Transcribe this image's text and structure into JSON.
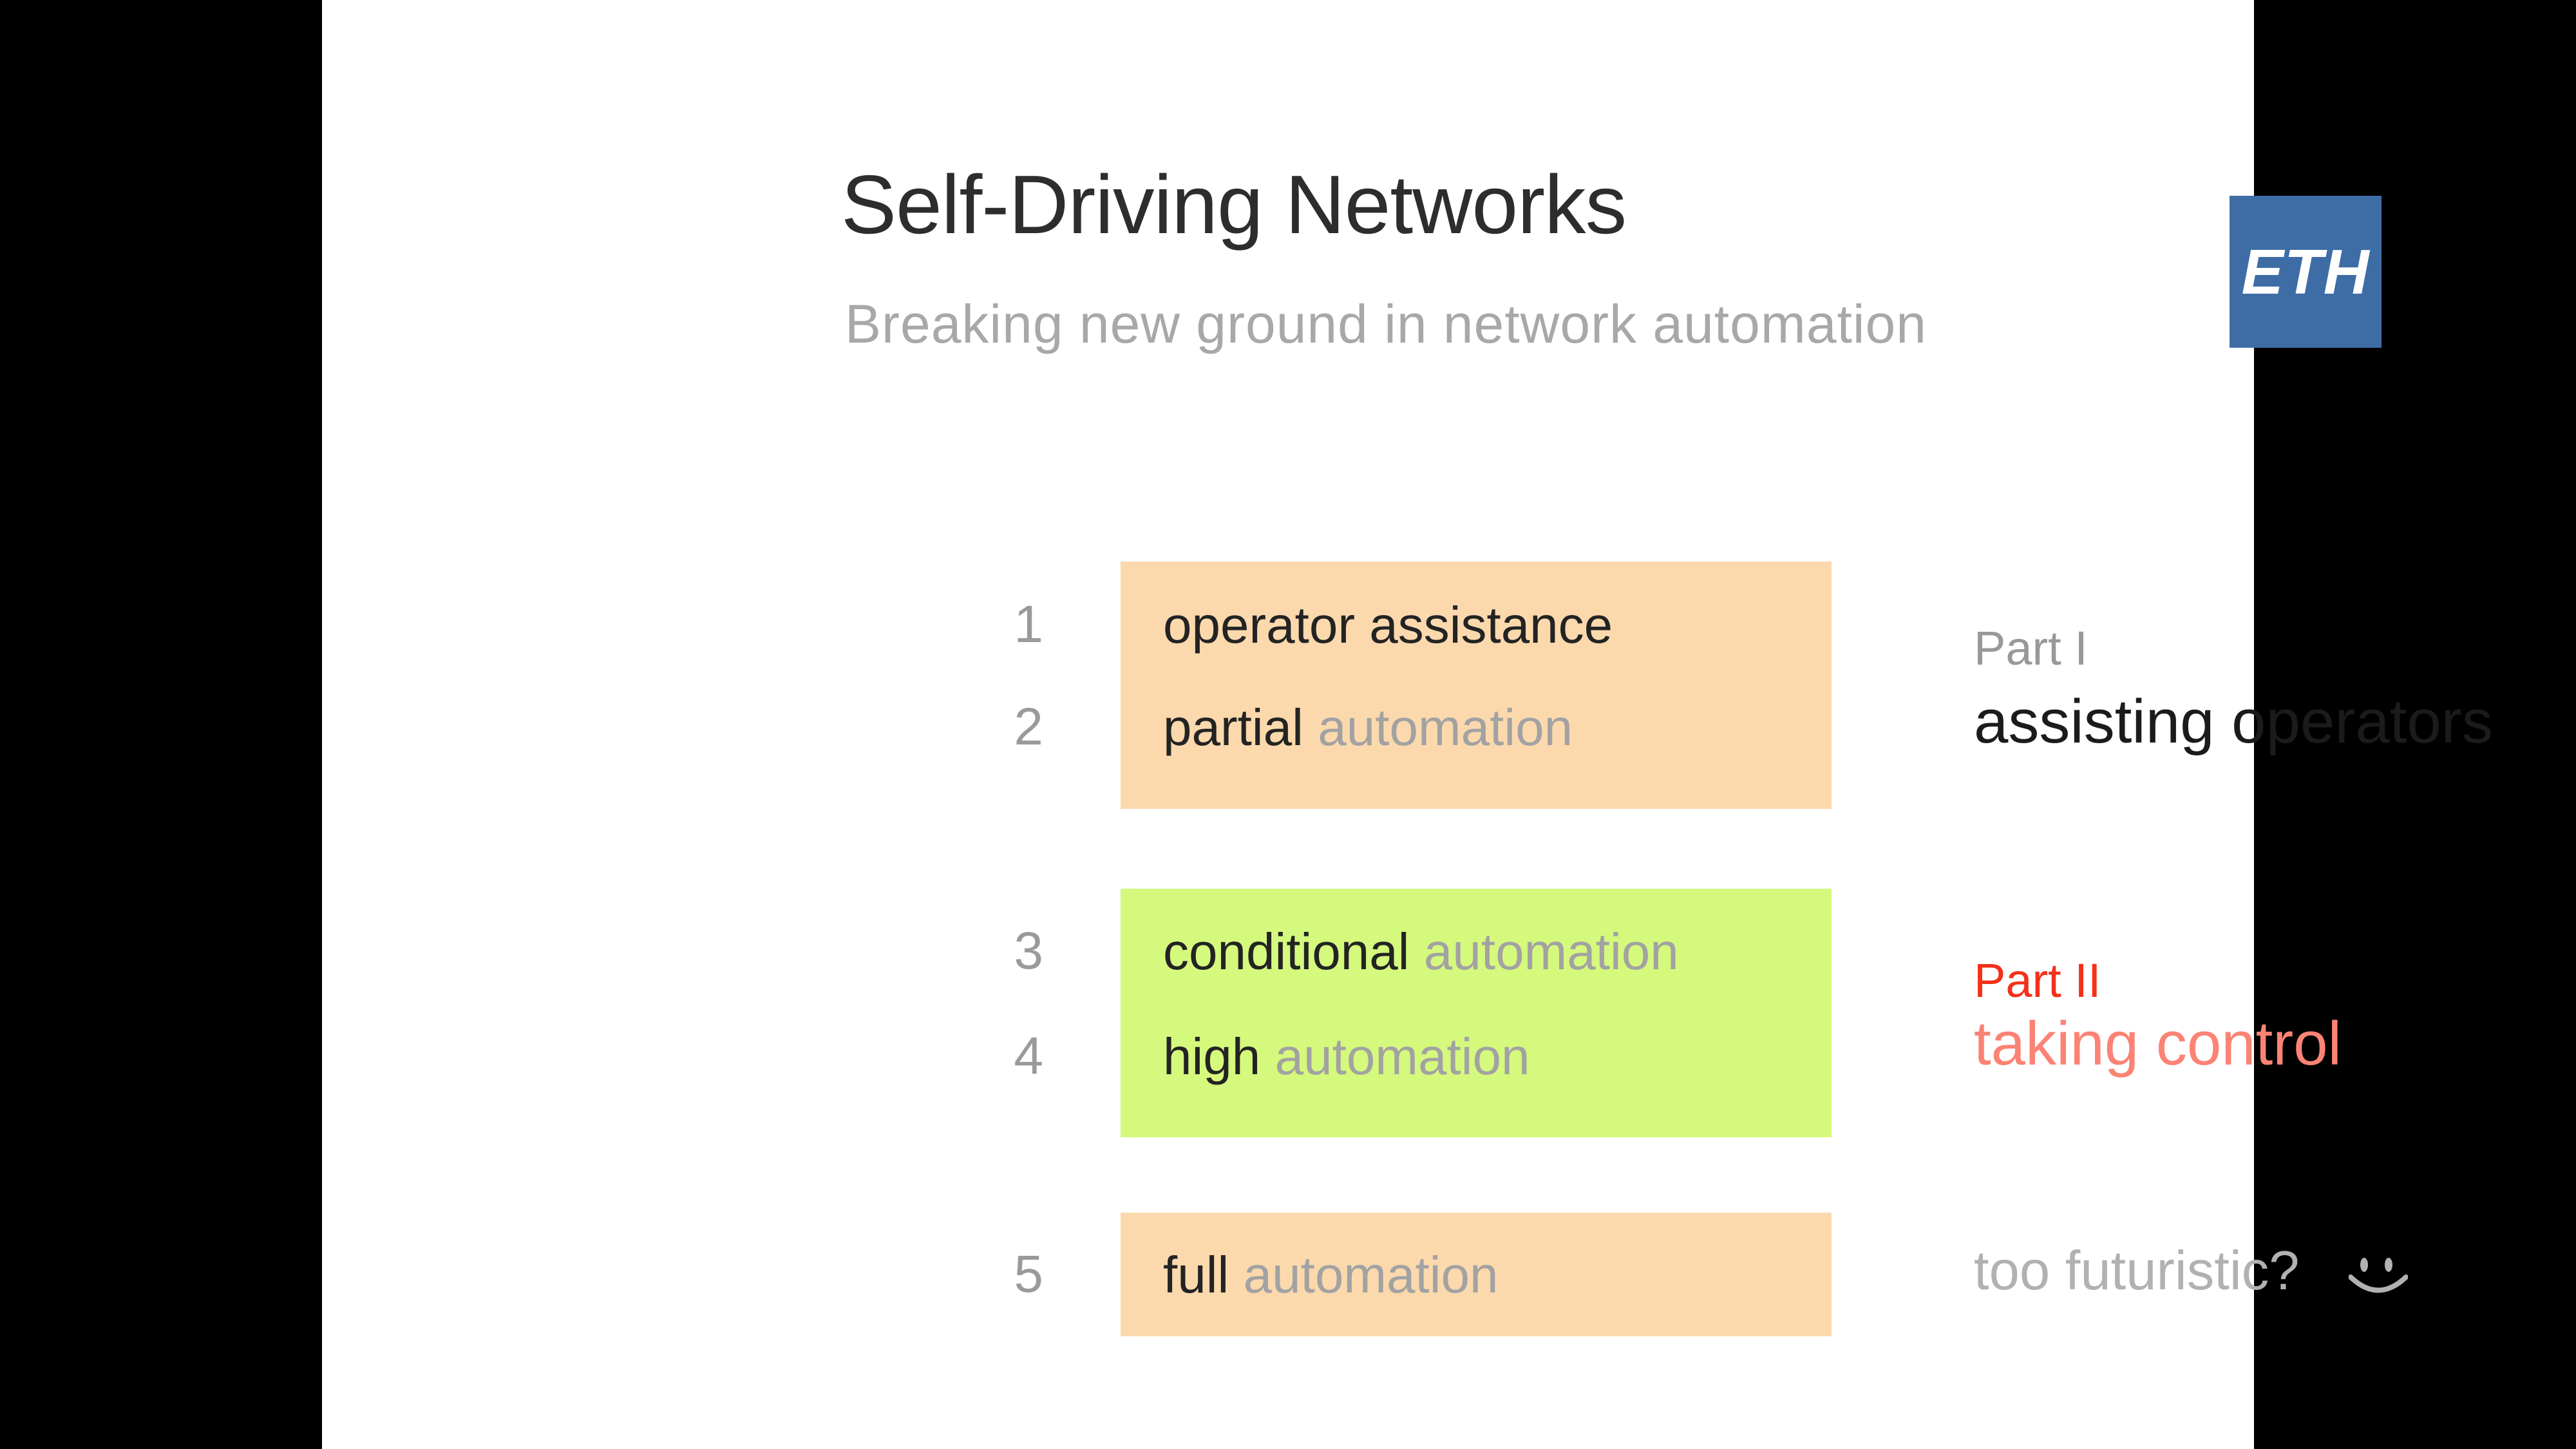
{
  "slide": {
    "title": "Self-Driving Networks",
    "subtitle": "Breaking new ground in network automation",
    "logo": {
      "text": "ETH",
      "bg_color": "#3e6da6",
      "text_color": "#ffffff"
    },
    "levels": [
      {
        "number": "1",
        "primary": "operator assistance",
        "secondary": ""
      },
      {
        "number": "2",
        "primary": "partial",
        "secondary": "automation"
      },
      {
        "number": "3",
        "primary": "conditional",
        "secondary": "automation"
      },
      {
        "number": "4",
        "primary": "high",
        "secondary": "automation"
      },
      {
        "number": "5",
        "primary": "full",
        "secondary": "automation"
      }
    ],
    "groups": [
      {
        "levels": "1-2",
        "color": "#fbd9ad"
      },
      {
        "levels": "3-4",
        "color": "#d5f97d"
      },
      {
        "levels": "5",
        "color": "#fbd9ad"
      }
    ],
    "annotations": {
      "part1": {
        "label": "Part I",
        "label_color": "#989898",
        "text": "assisting operators",
        "text_color": "#1b1b1b"
      },
      "part2": {
        "label": "Part II",
        "label_color": "#f43019",
        "text": "taking control",
        "text_color": "#fb8375"
      },
      "future": {
        "text": "too futuristic?",
        "text_color": "#b1b1b1",
        "icon": "smiley-icon"
      }
    },
    "colors": {
      "background": "#000000",
      "slide_background": "#ffffff",
      "title_text": "#2d2d2d",
      "subtitle_text": "#a8a8a8",
      "level_number_text": "#9a9a9a",
      "level_primary_text": "#232323",
      "level_secondary_text": "#a2a2a2"
    }
  }
}
